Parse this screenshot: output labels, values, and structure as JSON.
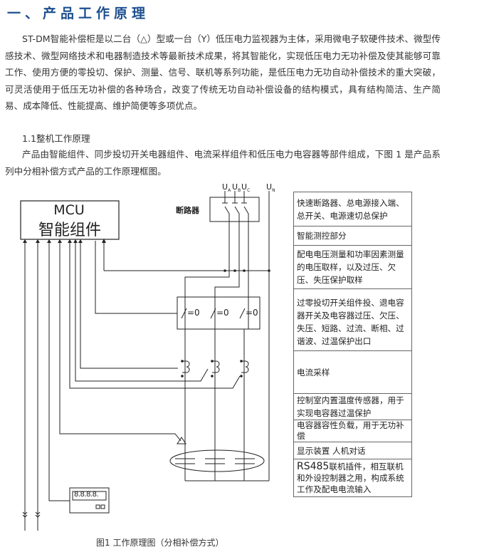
{
  "section_title": "一、产品工作原理",
  "intro_paragraph": "ST-DM智能补偿柜是以二台（△）型或一台（Y）低压电力监视器为主体，采用微电子软硬件技术、微型传感技术、微型网络技术和电器制造技术等最新技术成果，将其智能化，实现低压电力无功补偿及使其能够可靠工作、使用方便的零投切、保护、测量、信号、联机等系列功能，是低压电力无功自动补偿技术的重大突破，可灵活使用于低压无功补偿的各种场合，改变了传统无功自动补偿设备的结构模式，具有结构简洁、生产简易、成本降低、性能提高、维护简便等多项优点。",
  "subsection_title": "1.1整机工作原理",
  "subsection_paragraph": "产品由智能组件、同步投切开关电器组件、电流采样组件和低压电力电容器等部件组成，下图 1 是产品系列中分相补偿方式产品的工作原理框图。",
  "diagram": {
    "mcu_label": "MCU",
    "mcu_sublabel": "智能组件",
    "breaker_label": "断路器",
    "phase_labels": [
      "U",
      "U",
      "U",
      "U"
    ],
    "phase_subscripts": [
      "A",
      "B",
      "C",
      "N"
    ],
    "switch_labels": [
      "=0",
      "=0",
      "=0"
    ],
    "display_digits": "8.8.8.8.",
    "legend": [
      {
        "text": "快速断路器、总电源接入端、总开关、电源速切总保护"
      },
      {
        "text": "智能测控部分"
      },
      {
        "text": "配电电压测量和功率因素测量的电压取样，以及过压、欠压、失压保护取样"
      },
      {
        "text": "过零投切开关组件投、退电容器开关及电容器过压、欠压、失压、短路、过流、断相、过谐波、过温保护出口"
      },
      {
        "text": "电流采样"
      },
      {
        "text": "控制室内置温度传感器，用于实现电容器过温保护"
      },
      {
        "text": "电容器容性负载，用于无功补偿"
      },
      {
        "text": "显示装置 人机对话"
      },
      {
        "text_prefix": "RS485",
        "text": "联机插件，相互联机和外设控制器之用，构成系统工作及配电电流输入"
      }
    ],
    "caption": "图1 工作原理图（分相补偿方式）"
  }
}
